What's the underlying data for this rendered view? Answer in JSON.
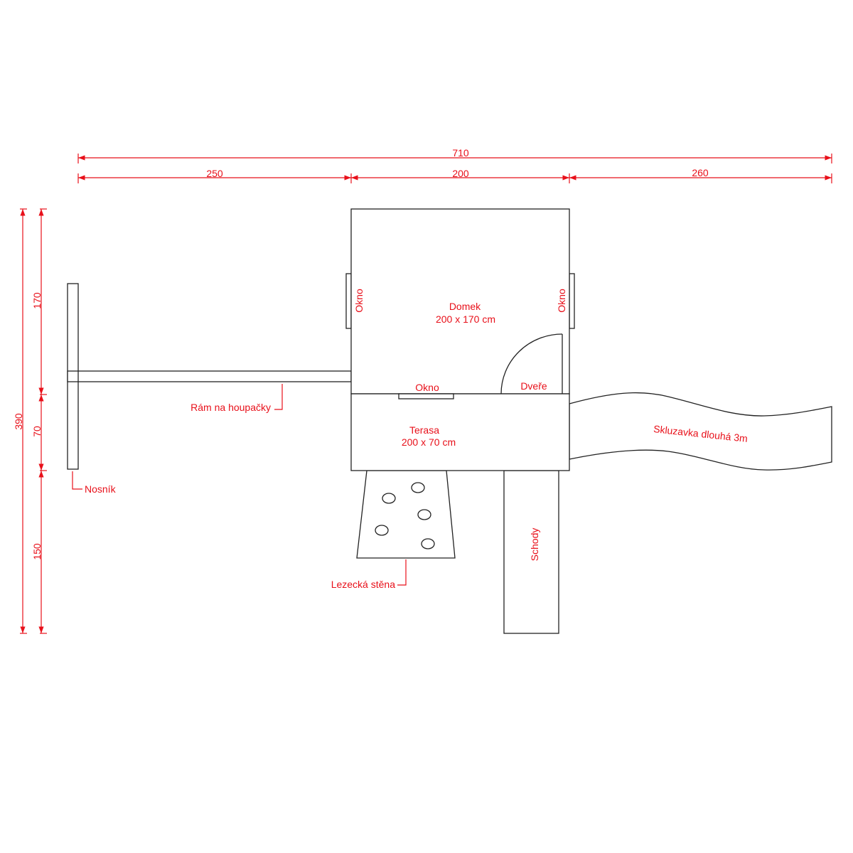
{
  "colors": {
    "dimension": "#e8101a",
    "outline": "#222222",
    "background": "#ffffff"
  },
  "dimensions": {
    "total_width": "710",
    "swing_width": "250",
    "house_width": "200",
    "slide_width": "260",
    "total_depth": "390",
    "house_depth": "170",
    "terrace_depth": "70",
    "stairs_depth": "150"
  },
  "labels": {
    "house_title": "Domek",
    "house_size": "200 x 170 cm",
    "window_left": "Okno",
    "window_right": "Okno",
    "window_front": "Okno",
    "door": "Dveře",
    "terrace_title": "Terasa",
    "terrace_size": "200 x 70 cm",
    "slide": "Skluzavka dlouhá 3m",
    "stairs": "Schody",
    "swing_frame": "Rám na houpačky",
    "beam": "Nosník",
    "climbing_wall": "Lezecká stěna"
  }
}
